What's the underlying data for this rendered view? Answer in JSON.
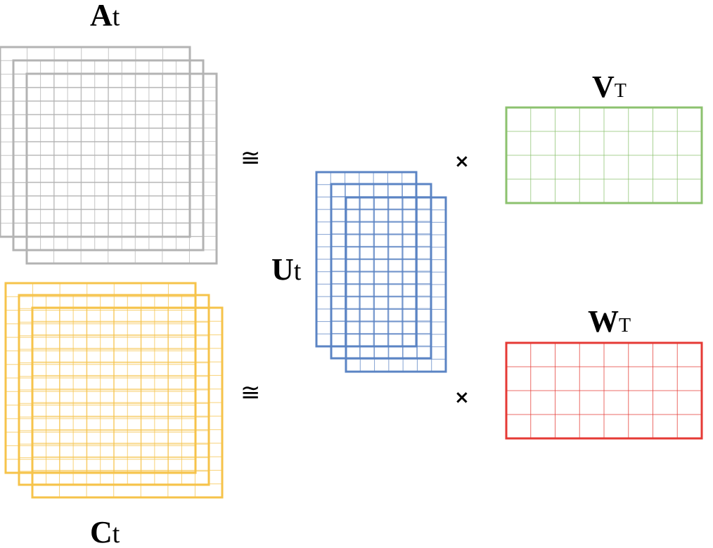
{
  "labels": {
    "a": {
      "main": "A",
      "sub": "t"
    },
    "c": {
      "main": "C",
      "sub": "t"
    },
    "u": {
      "main": "U",
      "sub": "t"
    },
    "v": {
      "main": "V",
      "sub": "T"
    },
    "w": {
      "main": "W",
      "sub": "T"
    }
  },
  "operators": {
    "approx": "≅",
    "times": "×"
  },
  "colors": {
    "a": "#b3b3b3",
    "c": "#f6c34a",
    "u": "#5b84c4",
    "v": "#8cc26f",
    "w": "#e53a35"
  }
}
